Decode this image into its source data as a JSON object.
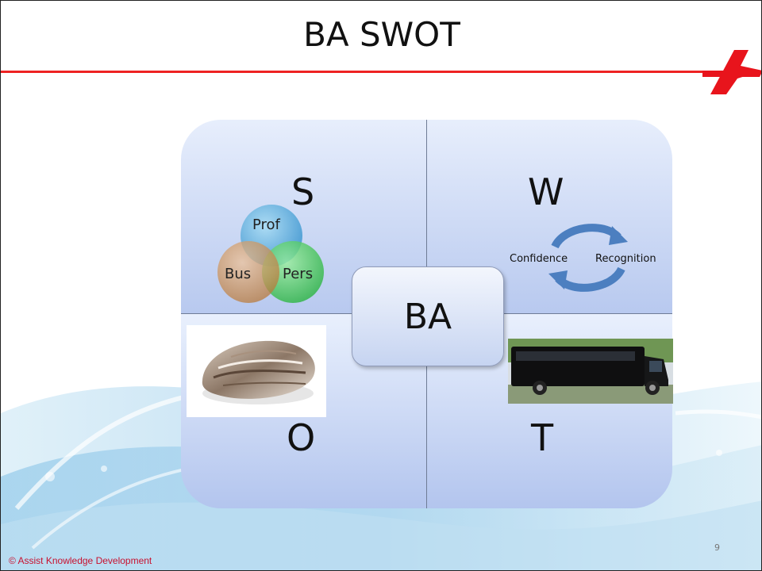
{
  "slide": {
    "title": "BA SWOT",
    "center_label": "BA",
    "quadrants": {
      "s": "S",
      "w": "W",
      "o": "O",
      "t": "T"
    },
    "venn": {
      "top": "Prof",
      "left": "Bus",
      "right": "Pers"
    },
    "cycle": {
      "left": "Confidence",
      "right": "Recognition"
    },
    "page_number": "9",
    "footer": "© Assist Knowledge Development"
  },
  "colors": {
    "accent_red": "#ee2222",
    "quad_top": "#e7eefc",
    "quad_bottom": "#b8c9ef",
    "venn_prof": "#4aa3d8",
    "venn_bus": "#c98b52",
    "venn_pers": "#3ccd4f",
    "cycle_arrow": "#4c7fc0",
    "footer_text": "#c8102e"
  },
  "icons": {
    "logo": "red-slanted-A-logo",
    "oyster": "oyster-shell-photo",
    "bus": "black-party-bus-photo"
  }
}
